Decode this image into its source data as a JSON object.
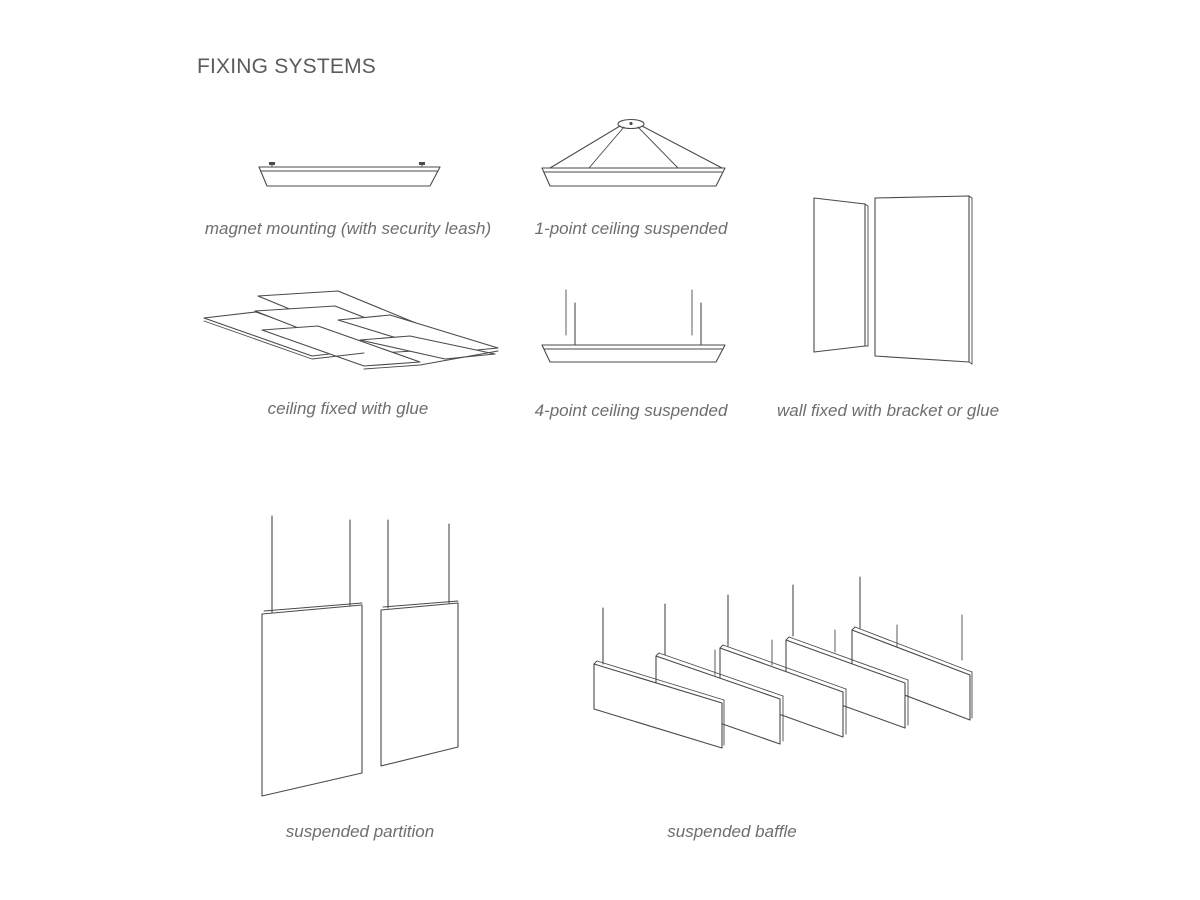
{
  "heading": "FIXING SYSTEMS",
  "systems": [
    {
      "caption": "magnet mounting (with security leash)",
      "icon": "magnet-mount-panel-icon"
    },
    {
      "caption": "1-point ceiling suspended",
      "icon": "one-point-suspension-icon"
    },
    {
      "caption": "ceiling fixed with glue",
      "icon": "ceiling-glue-panels-icon"
    },
    {
      "caption": "4-point ceiling suspended",
      "icon": "four-point-suspension-icon"
    },
    {
      "caption": "wall fixed with bracket or glue",
      "icon": "wall-panels-icon"
    },
    {
      "caption": "suspended partition",
      "icon": "suspended-partition-icon"
    },
    {
      "caption": "suspended baffle",
      "icon": "suspended-baffle-icon"
    }
  ]
}
